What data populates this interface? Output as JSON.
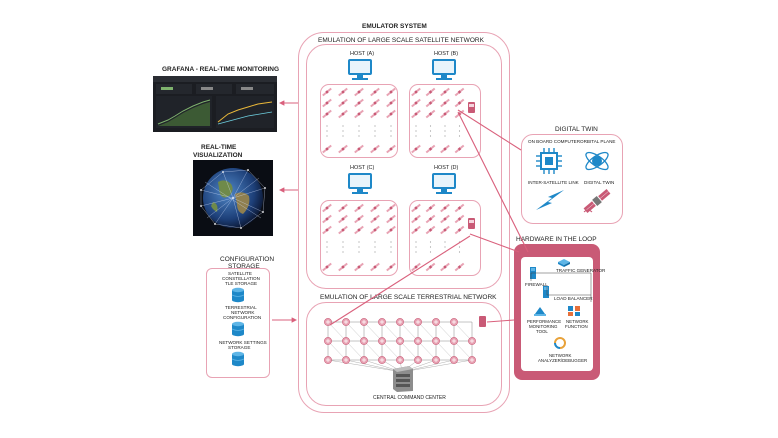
{
  "emulator": {
    "title": "EMULATOR SYSTEM",
    "satellite_network_title": "EMULATION OF LARGE SCALE SATELLITE NETWORK",
    "terrestrial_network_title": "EMULATION OF LARGE SCALE TERRESTRIAL NETWORK",
    "hosts": [
      "HOST (A)",
      "HOST (B)",
      "HOST (C)",
      "HOST (D)"
    ],
    "central_command": "CENTRAL COMMAND CENTER"
  },
  "left": {
    "grafana_title": "GRAFANA - REAL-TIME MONITORING",
    "realtime_title_line1": "REAL-TIME",
    "realtime_title_line2": "VISUALIZATION",
    "config_title_line1": "CONFIGURATION",
    "config_title_line2": "STORAGE",
    "storage_items": [
      {
        "line1": "SATELLITE",
        "line2": "CONSTELLATION",
        "line3": "TLE STORAGE"
      },
      {
        "line1": "TERRESTRIAL",
        "line2": "NETWORK",
        "line3": "CONFIGURATION"
      },
      {
        "line1": "NETWORK SETTINGS",
        "line2": "STORAGE",
        "line3": ""
      }
    ]
  },
  "digital_twin": {
    "title": "DIGITAL TWIN",
    "items": [
      "ON BOARD COMPUTER",
      "ORBITAL PLANE",
      "INTER-SATELLITE LINK",
      "DIGITAL TWIN"
    ]
  },
  "hardware": {
    "title": "HARDWARE IN THE LOOP",
    "items": [
      "TRAFFIC GENERATOR",
      "FIREWALL",
      "LOAD BALANCER"
    ],
    "tools": [
      {
        "line1": "PERFORMANCE",
        "line2": "MONITORING",
        "line3": "TOOL"
      },
      {
        "line1": "NETWORK",
        "line2": "FUNCTION",
        "line3": ""
      }
    ],
    "analyzer_line1": "NETWORK",
    "analyzer_line2": "ANALYZER/DEBUGGER"
  },
  "colors": {
    "accent": "#e8a3b4",
    "arrow": "#d9607c",
    "hil": "#c95a76",
    "icon_blue": "#1e88c8"
  }
}
